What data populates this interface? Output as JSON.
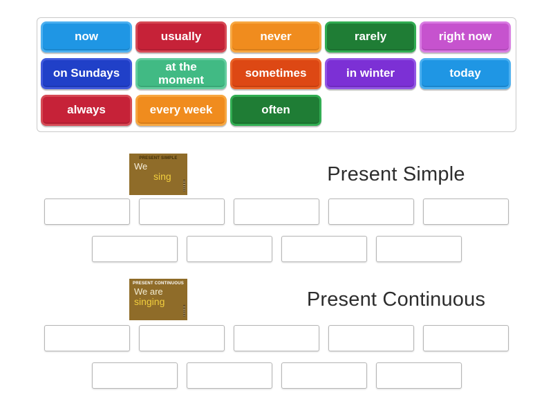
{
  "theme": {
    "title_color": "#2d2d2d",
    "slot_border": "#b5b5b5",
    "bank_border": "#c9c9c9"
  },
  "word_bank": {
    "tiles": [
      {
        "label": "now",
        "color": "#1f96e4",
        "border_color": "#4cb0f0"
      },
      {
        "label": "usually",
        "color": "#c62238",
        "border_color": "#d64a55"
      },
      {
        "label": "never",
        "color": "#f08c1e",
        "border_color": "#f7a741"
      },
      {
        "label": "rarely",
        "color": "#1f7d35",
        "border_color": "#31ad52"
      },
      {
        "label": "right now",
        "color": "#c653ce",
        "border_color": "#d97ce2"
      },
      {
        "label": "on Sundays",
        "color": "#2040c8",
        "border_color": "#4059dc"
      },
      {
        "label": "at the moment",
        "color": "#41ba84",
        "border_color": "#63cd9e"
      },
      {
        "label": "sometimes",
        "color": "#dd4814",
        "border_color": "#ea6428"
      },
      {
        "label": "in winter",
        "color": "#7c30d5",
        "border_color": "#9256e4"
      },
      {
        "label": "today",
        "color": "#1f96e4",
        "border_color": "#4cb0f0"
      },
      {
        "label": "always",
        "color": "#c62238",
        "border_color": "#d64a55"
      },
      {
        "label": "every week",
        "color": "#f08c1e",
        "border_color": "#f7a741"
      },
      {
        "label": "often",
        "color": "#1f7d35",
        "border_color": "#31ad52"
      }
    ]
  },
  "groups": [
    {
      "title": "Present Simple",
      "image": {
        "caption": "PRESENT SIMPLE",
        "text_line1": "We",
        "text_line2": "sing",
        "background": "#8f6c29",
        "caption_color": "#3f2d08",
        "line1_color": "#f7efdd",
        "line2_color": "#f2cf3e"
      },
      "slot_rows": [
        5,
        4
      ]
    },
    {
      "title": "Present Continuous",
      "image": {
        "caption": "PRESENT CONTINUOUS",
        "text_line1": "We are",
        "text_line2": "singing",
        "background": "#8f6c29",
        "caption_color": "#ffffff",
        "line1_color": "#f3ecd2",
        "line2_color": "#f2cf3e"
      },
      "slot_rows": [
        5,
        4
      ]
    }
  ]
}
